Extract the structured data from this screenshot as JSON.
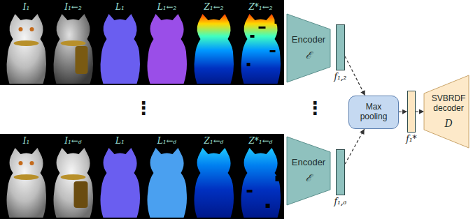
{
  "diagram": {
    "nodes": [
      {
        "text": [
          "Encoder",
          "ℰ"
        ]
      },
      {
        "text": [
          "f₁,₂"
        ]
      },
      {
        "text": [
          "Max pooling"
        ]
      },
      {
        "text": [
          "f₁*"
        ]
      },
      {
        "text": [
          "SVBRDF decoder",
          "D"
        ]
      },
      {
        "text": [
          "Encoder",
          "ℰ"
        ]
      },
      {
        "text": [
          "f₁,₆"
        ]
      }
    ],
    "edges": [
      {
        "from": 1,
        "to": 2,
        "arrow": "to"
      },
      {
        "from": 6,
        "to": 2,
        "arrow": "to"
      },
      {
        "from": 2,
        "to": 3,
        "arrow": "to"
      },
      {
        "from": 3,
        "to": 4,
        "arrow": "to"
      }
    ],
    "labels": [
      "I₁",
      "I₁←₂",
      "L₁",
      "L₁←₂",
      "Z₁←₂",
      "Z*₁←₂",
      "⋮",
      "⋮",
      "I₁",
      "I₁←₆",
      "L₁",
      "L₁←₆",
      "Z₁←₆",
      "Z*₁←₆"
    ]
  }
}
